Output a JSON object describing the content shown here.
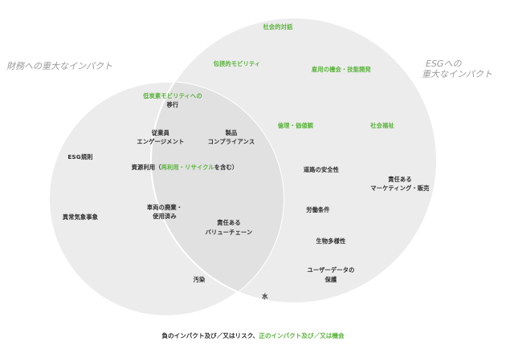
{
  "sets": {
    "financial_title": "財務への重大なインパクト",
    "esg_title_line1": "ESGへの",
    "esg_title_line2": "重大なインパクト"
  },
  "colors": {
    "circle_fill": "#ececec",
    "overlap_fill": "#e1e1e1",
    "circle_stroke": "#ffffff",
    "text_dark": "#2b2b2b",
    "text_green": "#58b23a",
    "set_title": "#9a9a9a"
  },
  "items": {
    "social_dialogue": "社会的対話",
    "inclusive_mobility": "包摂的モビリティ",
    "employment_skills": "雇用の機会・技能開発",
    "low_carbon_line1": "低炭素モビリティへの",
    "low_carbon_line2": "移行",
    "ethics_values": "倫理・価値観",
    "social_welfare": "社会福祉",
    "employee_line1": "従業員",
    "employee_line2": "エンゲージメント",
    "product_line1": "製品",
    "product_line2": "コンプライアンス",
    "esg_regulation": "ESG規則",
    "resource_use_prefix": "資源利用（",
    "resource_use_green": "再利用・リサイクル",
    "resource_use_suffix": "を含む）",
    "road_safety": "道路の安全性",
    "responsible_marketing_line1": "責任ある",
    "responsible_marketing_line2": "マーケティング・販売",
    "extreme_weather": "異常気象事象",
    "vehicle_disposal_line1": "車両の廃棄・",
    "vehicle_disposal_line2": "使用済み",
    "labor_conditions": "労働条件",
    "value_chain_line1": "責任ある",
    "value_chain_line2": "バリューチェーン",
    "biodiversity": "生物多様性",
    "user_data_line1": "ユーザーデータの",
    "user_data_line2": "保護",
    "pollution": "汚染",
    "water": "水"
  },
  "legend": {
    "negative": "負のインパクト及び／又はリスク、",
    "positive": "正のインパクト及び／又は機会"
  }
}
